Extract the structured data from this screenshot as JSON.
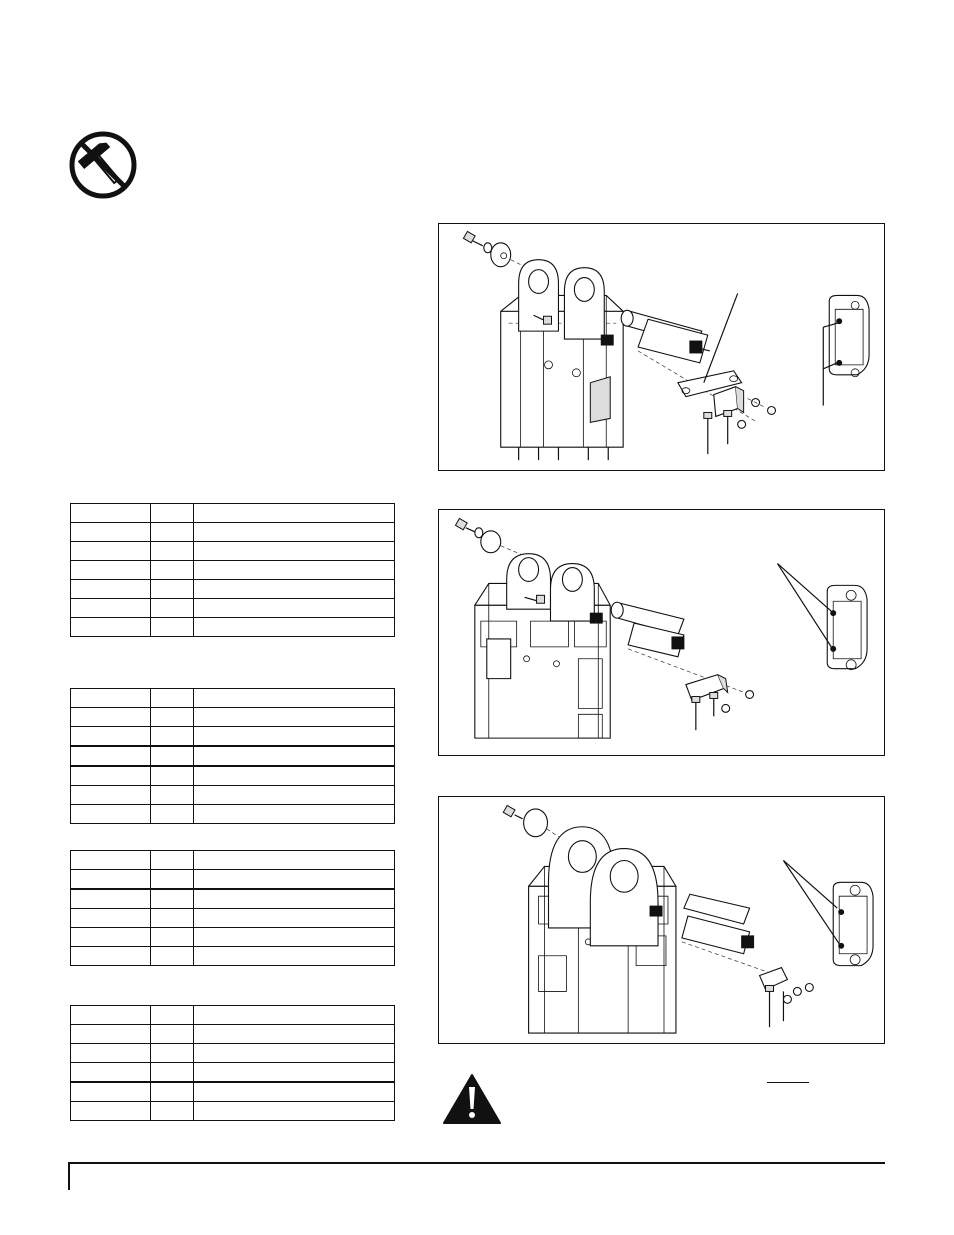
{
  "icons": {
    "no_hammer": "no-hammer-icon",
    "warning": "warning-icon"
  },
  "figures": [
    {
      "id": "fig1",
      "subject": "exploded assembly view - variant 1"
    },
    {
      "id": "fig2",
      "subject": "exploded assembly view - variant 2"
    },
    {
      "id": "fig3",
      "subject": "exploded assembly view - variant 3"
    }
  ],
  "tables": [
    {
      "rows": [
        [
          "",
          "",
          ""
        ],
        [
          "",
          "",
          ""
        ],
        [
          "",
          "",
          ""
        ],
        [
          "",
          "",
          ""
        ],
        [
          "",
          "",
          ""
        ],
        [
          "",
          "",
          ""
        ],
        [
          "",
          "",
          ""
        ]
      ]
    },
    {
      "rows": [
        [
          "",
          "",
          ""
        ],
        [
          "",
          "",
          ""
        ],
        [
          "",
          "",
          ""
        ],
        [
          "",
          "",
          ""
        ],
        [
          "",
          "",
          ""
        ],
        [
          "",
          "",
          ""
        ],
        [
          "",
          "",
          ""
        ]
      ]
    },
    {
      "rows": [
        [
          "",
          "",
          ""
        ],
        [
          "",
          "",
          ""
        ],
        [
          "",
          "",
          ""
        ],
        [
          "",
          "",
          ""
        ],
        [
          "",
          "",
          ""
        ],
        [
          "",
          "",
          ""
        ]
      ]
    },
    {
      "rows": [
        [
          "",
          "",
          ""
        ],
        [
          "",
          "",
          ""
        ],
        [
          "",
          "",
          ""
        ],
        [
          "",
          "",
          ""
        ],
        [
          "",
          "",
          ""
        ],
        [
          "",
          "",
          ""
        ]
      ]
    }
  ]
}
